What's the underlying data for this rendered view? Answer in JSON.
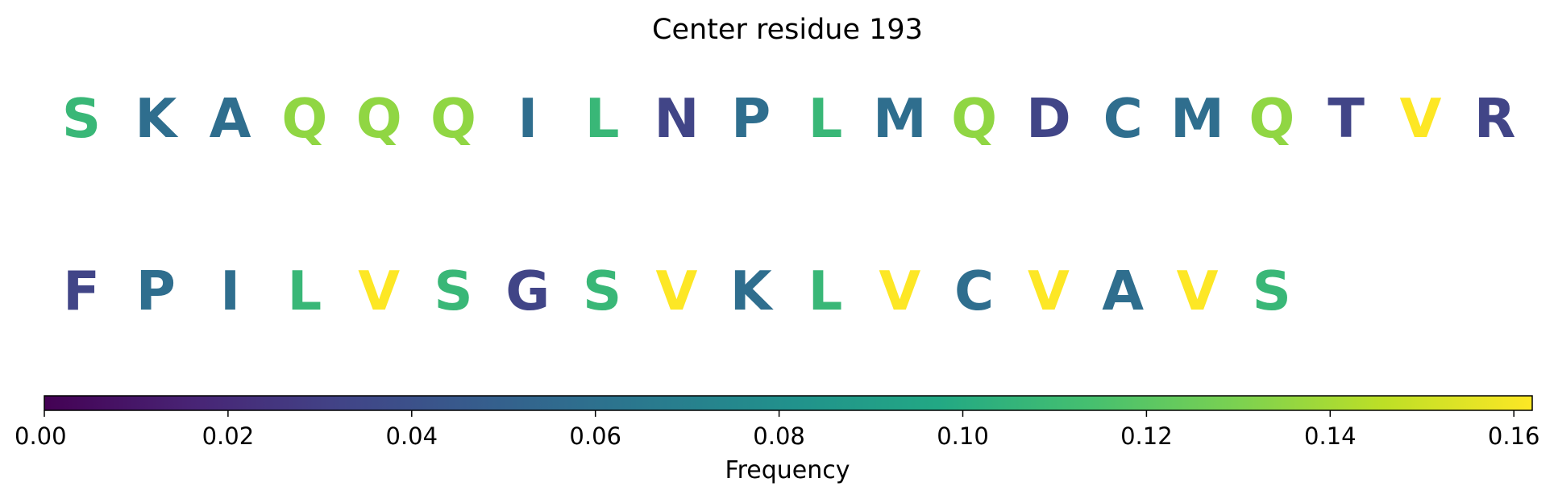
{
  "chart_data": {
    "type": "sequence-logo-heatmap",
    "title": "Center residue 193",
    "rows": [
      {
        "residues": [
          "S",
          "K",
          "A",
          "Q",
          "Q",
          "Q",
          "I",
          "L",
          "N",
          "P",
          "L",
          "M",
          "Q",
          "D",
          "C",
          "M",
          "Q",
          "T",
          "V",
          "R"
        ],
        "frequencies": [
          0.108,
          0.058,
          0.058,
          0.135,
          0.135,
          0.135,
          0.058,
          0.108,
          0.033,
          0.058,
          0.108,
          0.058,
          0.135,
          0.033,
          0.058,
          0.058,
          0.135,
          0.033,
          0.162,
          0.033
        ]
      },
      {
        "residues": [
          "F",
          "P",
          "I",
          "L",
          "V",
          "S",
          "G",
          "S",
          "V",
          "K",
          "L",
          "V",
          "C",
          "V",
          "A",
          "V",
          "S"
        ],
        "frequencies": [
          0.033,
          0.058,
          0.058,
          0.108,
          0.162,
          0.108,
          0.033,
          0.108,
          0.162,
          0.058,
          0.108,
          0.162,
          0.058,
          0.162,
          0.058,
          0.162,
          0.108
        ]
      }
    ],
    "colorbar": {
      "colormap": "viridis",
      "range": [
        0.0,
        0.162
      ],
      "ticks": [
        0.0,
        0.02,
        0.04,
        0.06,
        0.08,
        0.1,
        0.12,
        0.14,
        0.16
      ],
      "tick_labels": [
        "0.00",
        "0.02",
        "0.04",
        "0.06",
        "0.08",
        "0.10",
        "0.12",
        "0.14",
        "0.16"
      ],
      "label": "Frequency",
      "orientation": "horizontal",
      "placement": "bottom"
    }
  }
}
